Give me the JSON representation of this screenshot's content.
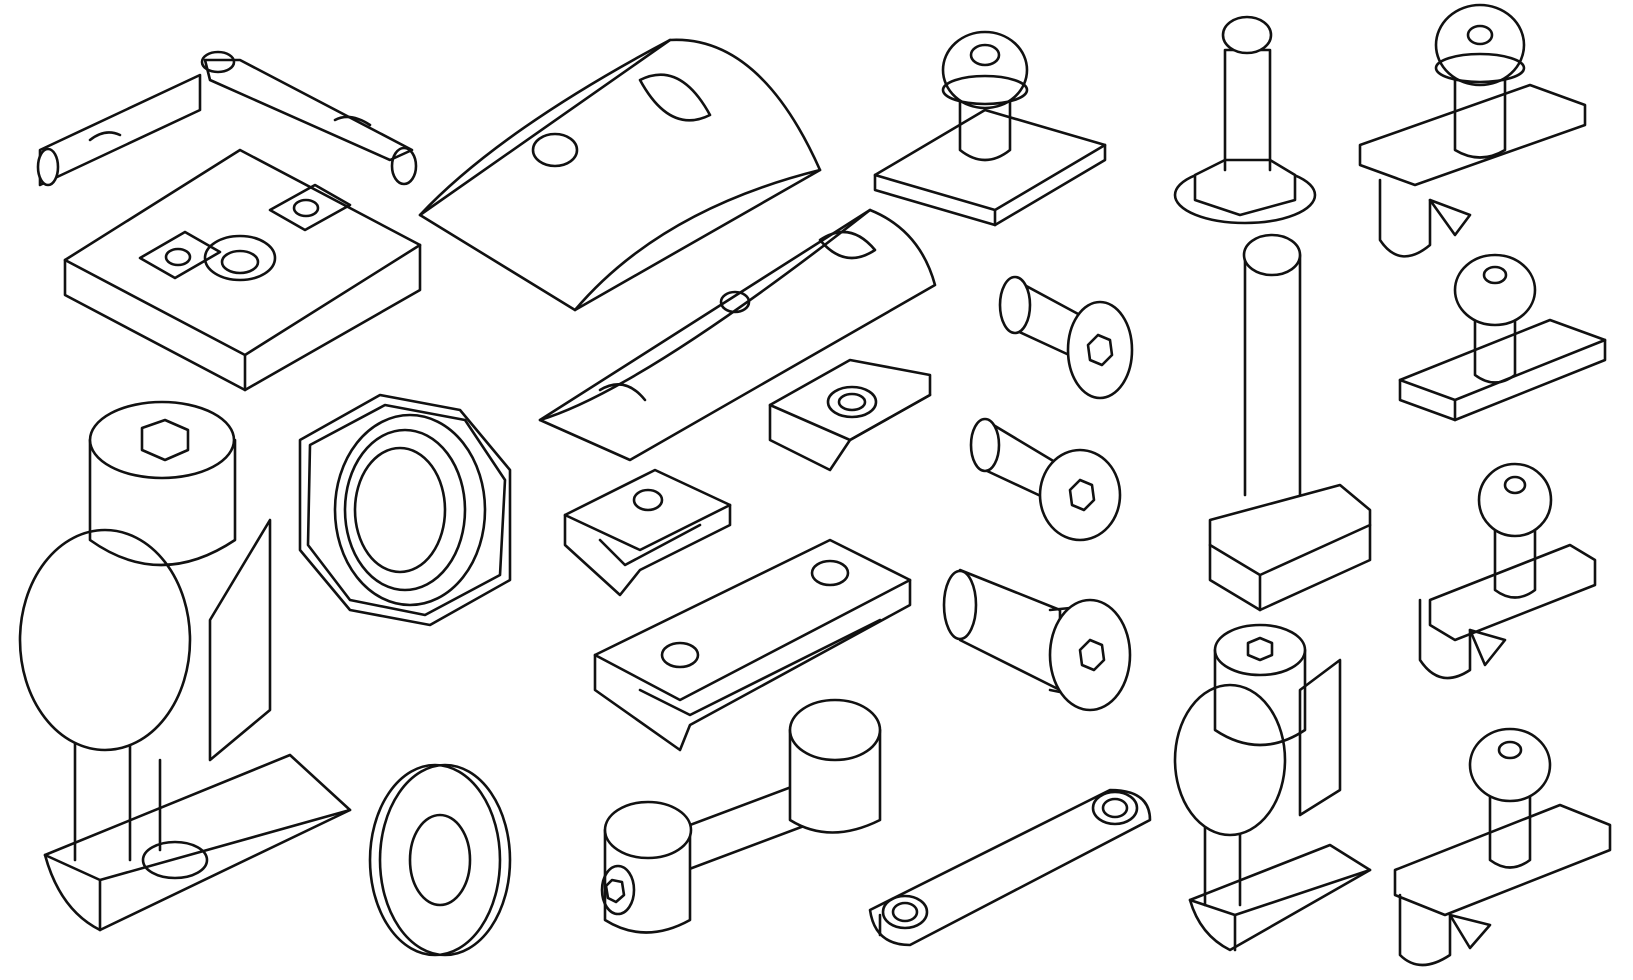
{
  "illustration": {
    "style": "isometric line drawing",
    "colors": {
      "background": "#ffffff",
      "ink": "#111111"
    },
    "items": [
      {
        "id": "hinge",
        "icon": "hinge-icon"
      },
      {
        "id": "half-round-slot-nut-large",
        "icon": "half-round-nut-icon"
      },
      {
        "id": "button-head-screw-plate-1",
        "icon": "button-head-screw-icon"
      },
      {
        "id": "hammer-head-bolt-small",
        "icon": "t-bolt-icon"
      },
      {
        "id": "spring-clip-screw-1",
        "icon": "spring-clip-screw-icon"
      },
      {
        "id": "half-round-slot-nut-long",
        "icon": "half-round-nut-icon"
      },
      {
        "id": "countersunk-screw",
        "icon": "countersunk-screw-icon"
      },
      {
        "id": "hammer-head-bolt-long",
        "icon": "t-bolt-icon"
      },
      {
        "id": "button-head-screw-plate-2",
        "icon": "button-head-screw-icon"
      },
      {
        "id": "drop-in-t-nut",
        "icon": "t-nut-icon"
      },
      {
        "id": "anchor-fastener-large",
        "icon": "anchor-fastener-icon"
      },
      {
        "id": "hex-nut",
        "icon": "hex-nut-icon"
      },
      {
        "id": "button-head-screw-loose",
        "icon": "button-head-screw-icon"
      },
      {
        "id": "slide-in-t-nut",
        "icon": "t-nut-icon"
      },
      {
        "id": "double-slot-nut",
        "icon": "slot-nut-icon"
      },
      {
        "id": "socket-cap-screw",
        "icon": "socket-cap-screw-icon"
      },
      {
        "id": "spring-clip-screw-2",
        "icon": "spring-clip-screw-icon"
      },
      {
        "id": "anchor-fastener-small",
        "icon": "anchor-fastener-icon"
      },
      {
        "id": "flat-washer",
        "icon": "washer-icon"
      },
      {
        "id": "cross-connector",
        "icon": "connector-icon"
      },
      {
        "id": "link-plate",
        "icon": "link-plate-icon"
      },
      {
        "id": "spring-clip-screw-3",
        "icon": "spring-clip-screw-icon"
      }
    ]
  }
}
